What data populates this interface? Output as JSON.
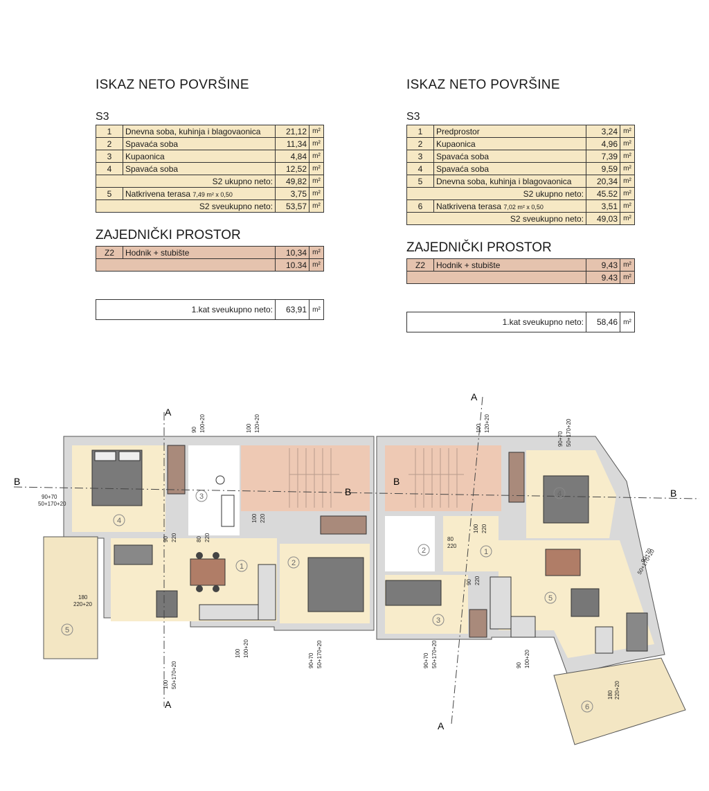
{
  "left_table": {
    "title": "ISKAZ NETO POVRŠINE",
    "unit_label": "S3",
    "unit": "m²",
    "rows": [
      {
        "n": "1",
        "name": "Dnevna soba, kuhinja i blagovaonica",
        "area": "21,12"
      },
      {
        "n": "2",
        "name": "Spavaća soba",
        "area": "11,34"
      },
      {
        "n": "3",
        "name": "Kupaonica",
        "area": "4,84"
      },
      {
        "n": "4",
        "name": "Spavaća soba",
        "area": "12,52"
      }
    ],
    "subtotal_label": "S2 ukupno neto:",
    "subtotal": "49,82",
    "terrace": {
      "n": "5",
      "name": "Natkrivena terasa",
      "note": "7,49 m² x 0,50",
      "area": "3,75"
    },
    "grand_label": "S2 sveukupno neto:",
    "grand": "53,57",
    "common_title": "ZAJEDNIČKI PROSTOR",
    "common": {
      "n": "Z2",
      "name": "Hodnik + stubište",
      "area": "10,34",
      "total": "10.34"
    },
    "floor_label": "1.kat sveukupno neto:",
    "floor_total": "63,91"
  },
  "right_table": {
    "title": "ISKAZ NETO POVRŠINE",
    "unit_label": "S3",
    "unit": "m²",
    "rows": [
      {
        "n": "1",
        "name": "Predprostor",
        "area": "3,24"
      },
      {
        "n": "2",
        "name": "Kupaonica",
        "area": "4,96"
      },
      {
        "n": "3",
        "name": "Spavaća soba",
        "area": "7,39"
      },
      {
        "n": "4",
        "name": "Spavaća soba",
        "area": "9,59"
      },
      {
        "n": "5",
        "name": "Dnevna soba, kuhinja i blagovaonica",
        "area": "20,34"
      }
    ],
    "subtotal_label": "S2 ukupno neto:",
    "subtotal": "45.52",
    "terrace": {
      "n": "6",
      "name": "Natkrivena terasa",
      "note": "7,02 m² x 0,50",
      "area": "3,51"
    },
    "grand_label": "S2 sveukupno neto:",
    "grand": "49,03",
    "common_title": "ZAJEDNIČKI PROSTOR",
    "common": {
      "n": "Z2",
      "name": "Hodnik + stubište",
      "area": "9,43",
      "total": "9.43"
    },
    "floor_label": "1.kat sveukupno neto:",
    "floor_total": "58,46"
  },
  "plan": {
    "section_a": "A",
    "section_b": "B",
    "room_numbers_left": [
      "1",
      "2",
      "3",
      "4",
      "5"
    ],
    "room_numbers_right": [
      "1",
      "2",
      "3",
      "4",
      "5",
      "6"
    ],
    "dims": {
      "w1": "90",
      "w1b": "100+20",
      "w2": "100",
      "w2b": "120+20",
      "w3": "90+70",
      "w3b": "50+170+20",
      "w4": "180",
      "w4b": "220+20",
      "d1": "90",
      "d1b": "220",
      "d2": "80",
      "d2b": "220",
      "d3": "100",
      "d3b": "220",
      "w5": "100",
      "w5b": "100+20",
      "w6": "90+70",
      "w6b": "50+170+20",
      "w7": "100",
      "w7b": "50+170+20",
      "rw1": "100",
      "rw1b": "120+20",
      "rw2": "90+70",
      "rw2b": "50+170+20",
      "rw3": "90+70",
      "rw3b": "50+170+20",
      "rw4": "90",
      "rw4b": "100+20",
      "rw5": "180",
      "rw5b": "220+20",
      "rw6": "90+70",
      "rw6b": "50+170+20",
      "rd1": "100",
      "rd1b": "220",
      "rd2": "80",
      "rd2b": "220",
      "rd3": "90",
      "rd3b": "220"
    }
  }
}
